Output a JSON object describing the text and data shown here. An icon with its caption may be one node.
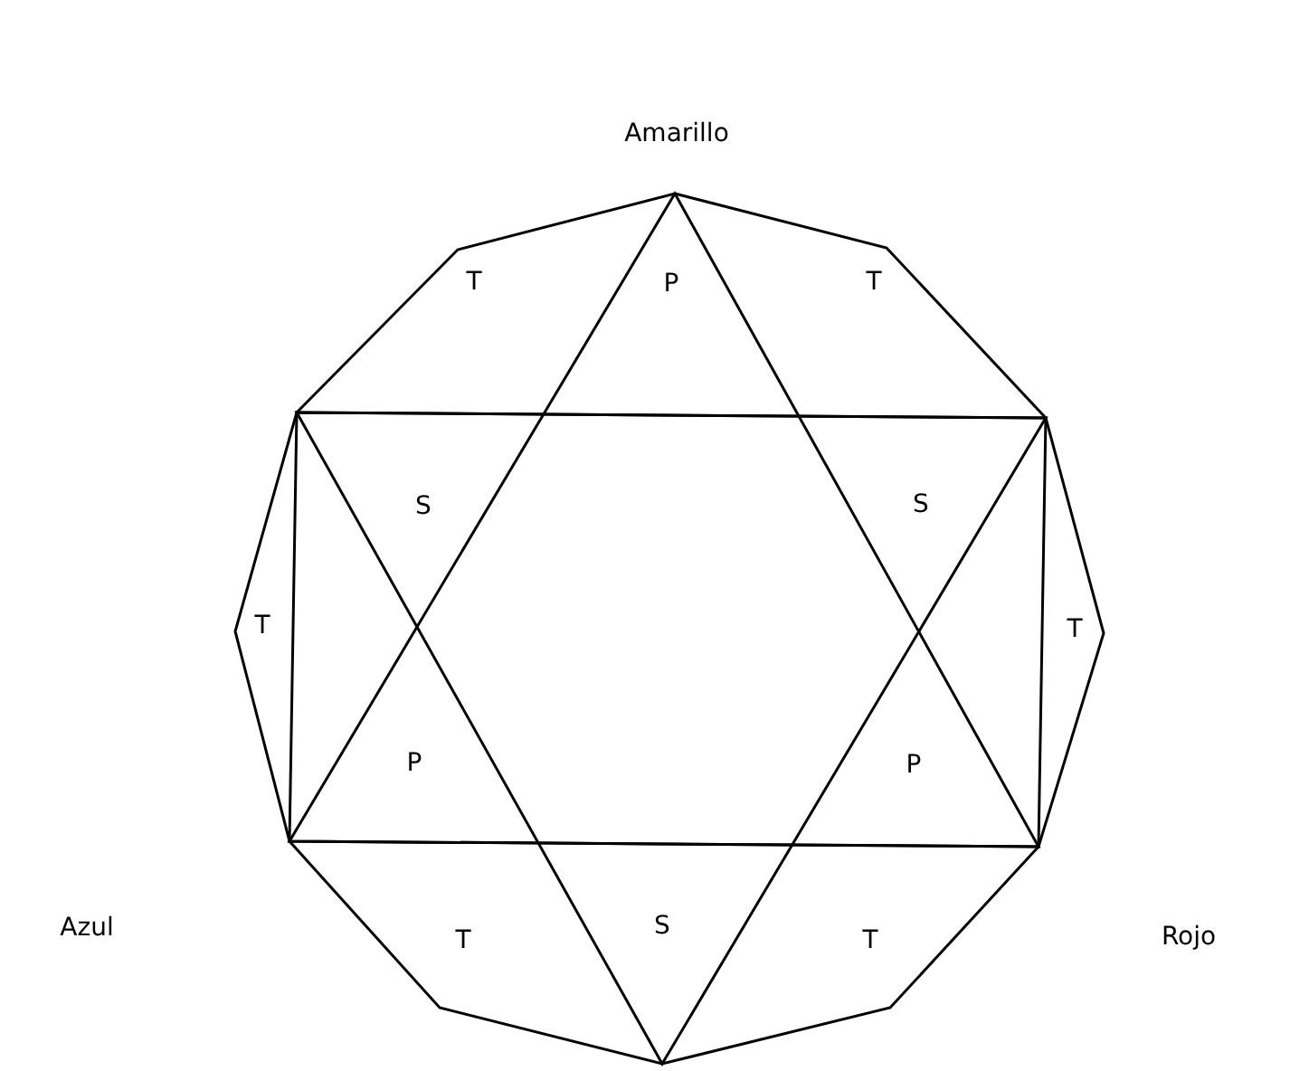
{
  "diagram": {
    "labels": [
      "Amarillo",
      "T",
      "P",
      "T",
      "S",
      "S",
      "T",
      "T",
      "P",
      "P",
      "Azul",
      "T",
      "S",
      "T",
      "Rojo"
    ]
  }
}
